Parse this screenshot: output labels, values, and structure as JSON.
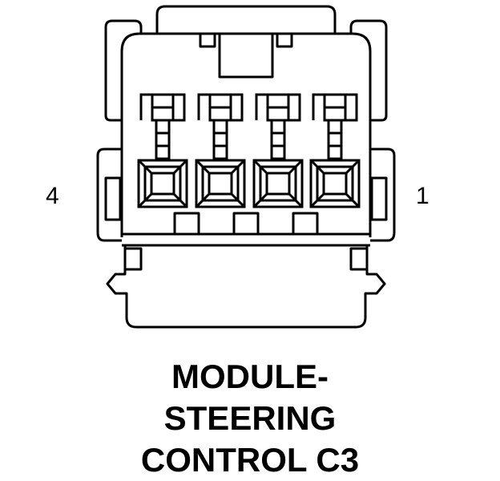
{
  "pins": {
    "left": "4",
    "right": "1"
  },
  "caption": {
    "line1": "MODULE-",
    "line2": "STEERING",
    "line3": "CONTROL C3"
  }
}
